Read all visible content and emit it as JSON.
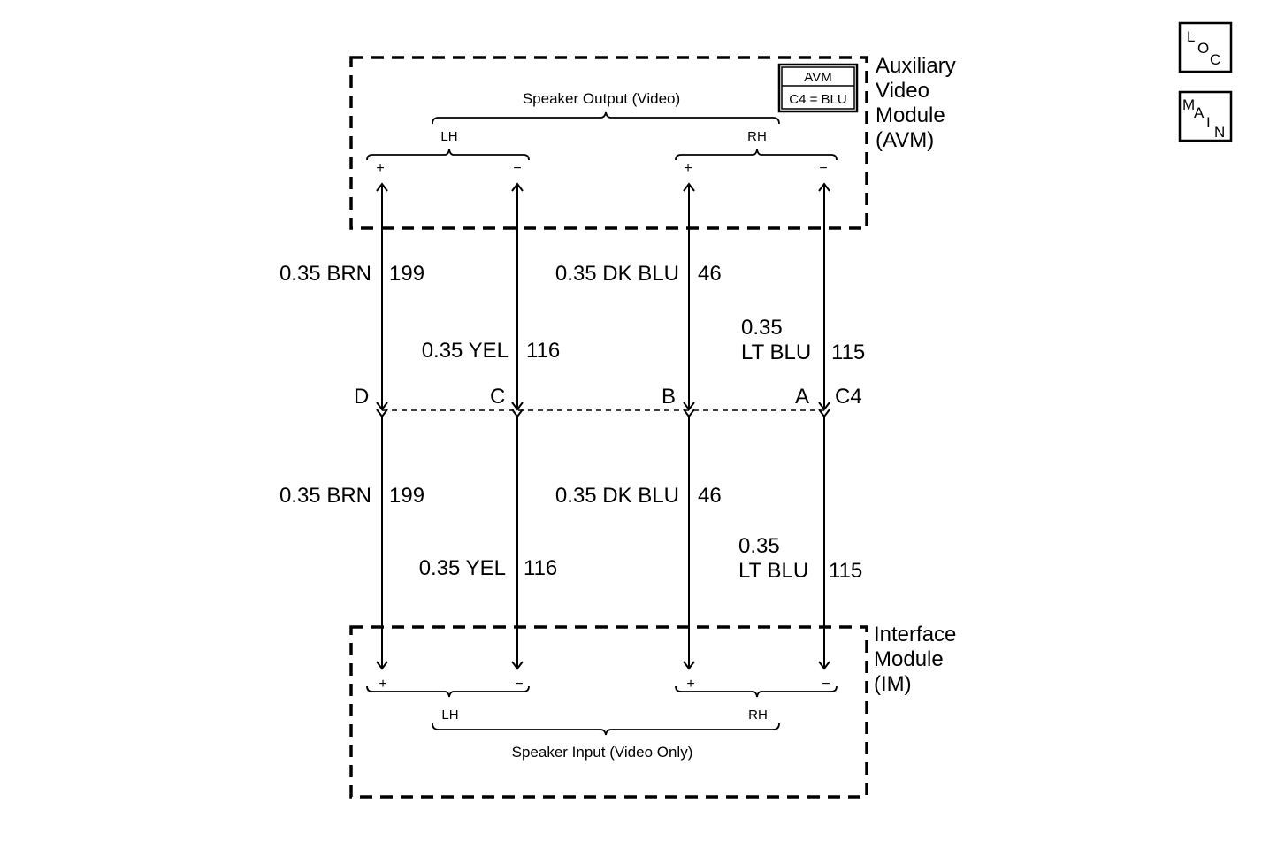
{
  "modules": {
    "avm": {
      "name_lines": [
        "Auxiliary",
        "Video",
        "Module",
        "(AVM)"
      ],
      "group_label": "Speaker Output (Video)",
      "lh_label": "LH",
      "rh_label": "RH",
      "connector_box": {
        "line1": "AVM",
        "line2": "C4 = BLU"
      }
    },
    "im": {
      "name_lines": [
        "Interface",
        "Module",
        "(IM)"
      ],
      "group_label": "Speaker Input (Video Only)",
      "lh_label": "LH",
      "rh_label": "RH"
    }
  },
  "polarity": {
    "plus": "+",
    "minus": "−"
  },
  "connector": {
    "name": "C4",
    "pins": [
      "D",
      "C",
      "B",
      "A"
    ]
  },
  "wires": [
    {
      "pin": "D",
      "upper_color": "0.35 BRN",
      "upper_circuit": "199",
      "lower_color": "0.35 BRN",
      "lower_circuit": "199"
    },
    {
      "pin": "C",
      "upper_color": "0.35 YEL",
      "upper_circuit": "116",
      "lower_color": "0.35 YEL",
      "lower_circuit": "116"
    },
    {
      "pin": "B",
      "upper_color": "0.35 DK BLU",
      "upper_circuit": "46",
      "lower_color": "0.35 DK BLU",
      "lower_circuit": "46"
    },
    {
      "pin": "A",
      "upper_color_lines": [
        "0.35",
        "LT BLU"
      ],
      "upper_circuit": "115",
      "lower_color_lines": [
        "0.35",
        "LT BLU"
      ],
      "lower_circuit": "115"
    }
  ],
  "nav_buttons": {
    "loc": [
      "L",
      "O",
      "C"
    ],
    "main": [
      "M",
      "A",
      "I",
      "N"
    ]
  }
}
